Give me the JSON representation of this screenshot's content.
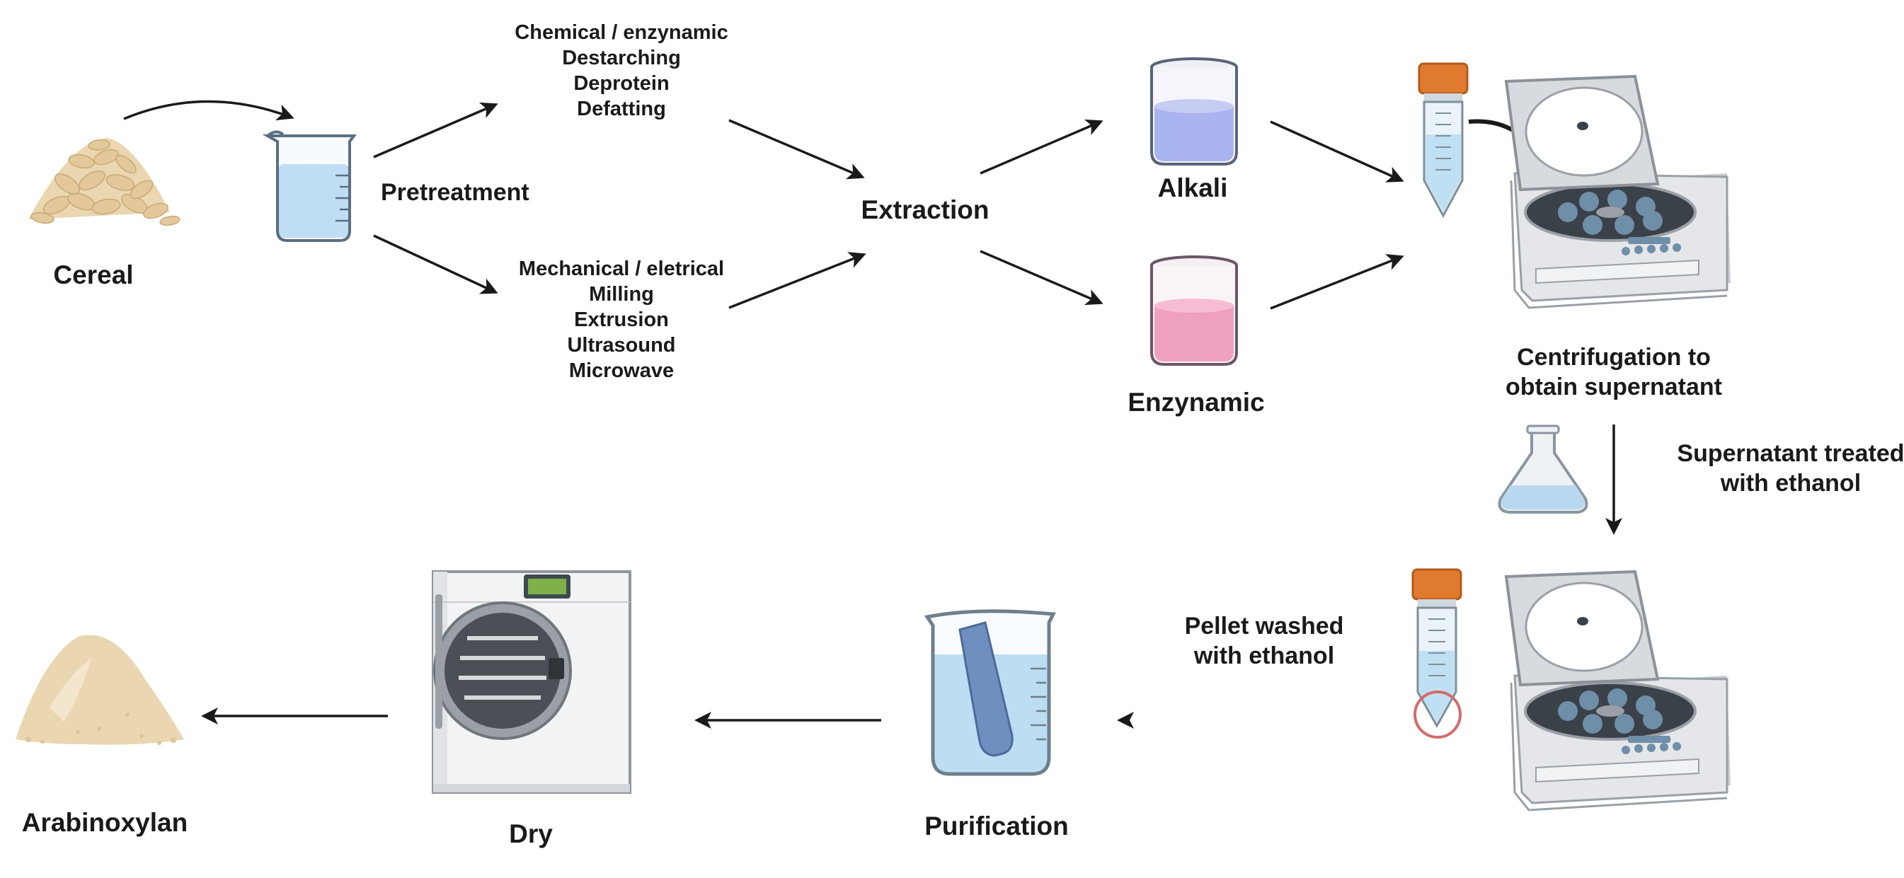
{
  "labels": {
    "cereal": "Cereal",
    "pretreatment": "Pretreatment",
    "chemical_lines": [
      "Chemical / enzynamic",
      "Destarching",
      "Deprotein",
      "Defatting"
    ],
    "mechanical_lines": [
      "Mechanical / eletrical",
      "Milling",
      "Extrusion",
      "Ultrasound",
      "Microwave"
    ],
    "extraction": "Extraction",
    "alkali": "Alkali",
    "enzynamic": "Enzynamic",
    "centrifugation_lines": [
      "Centrifugation to",
      "obtain supernatant"
    ],
    "supernatant_lines": [
      "Supernatant treated",
      "with ethanol"
    ],
    "pellet_lines": [
      "Pellet washed",
      "with ethanol"
    ],
    "purification": "Purification",
    "dry": "Dry",
    "arabinoxylan": "Arabinoxylan"
  },
  "colors": {
    "arrow": "#1a1a1a",
    "liquid_blue": "#a9d3ef",
    "liquid_lavender": "#aab4ee",
    "liquid_pink": "#ef9fc0",
    "tube_cap": "#e07a2e",
    "grain": "#e6d2ad",
    "powder": "#ead7b2",
    "pellet_ring": "#d46b6b"
  }
}
